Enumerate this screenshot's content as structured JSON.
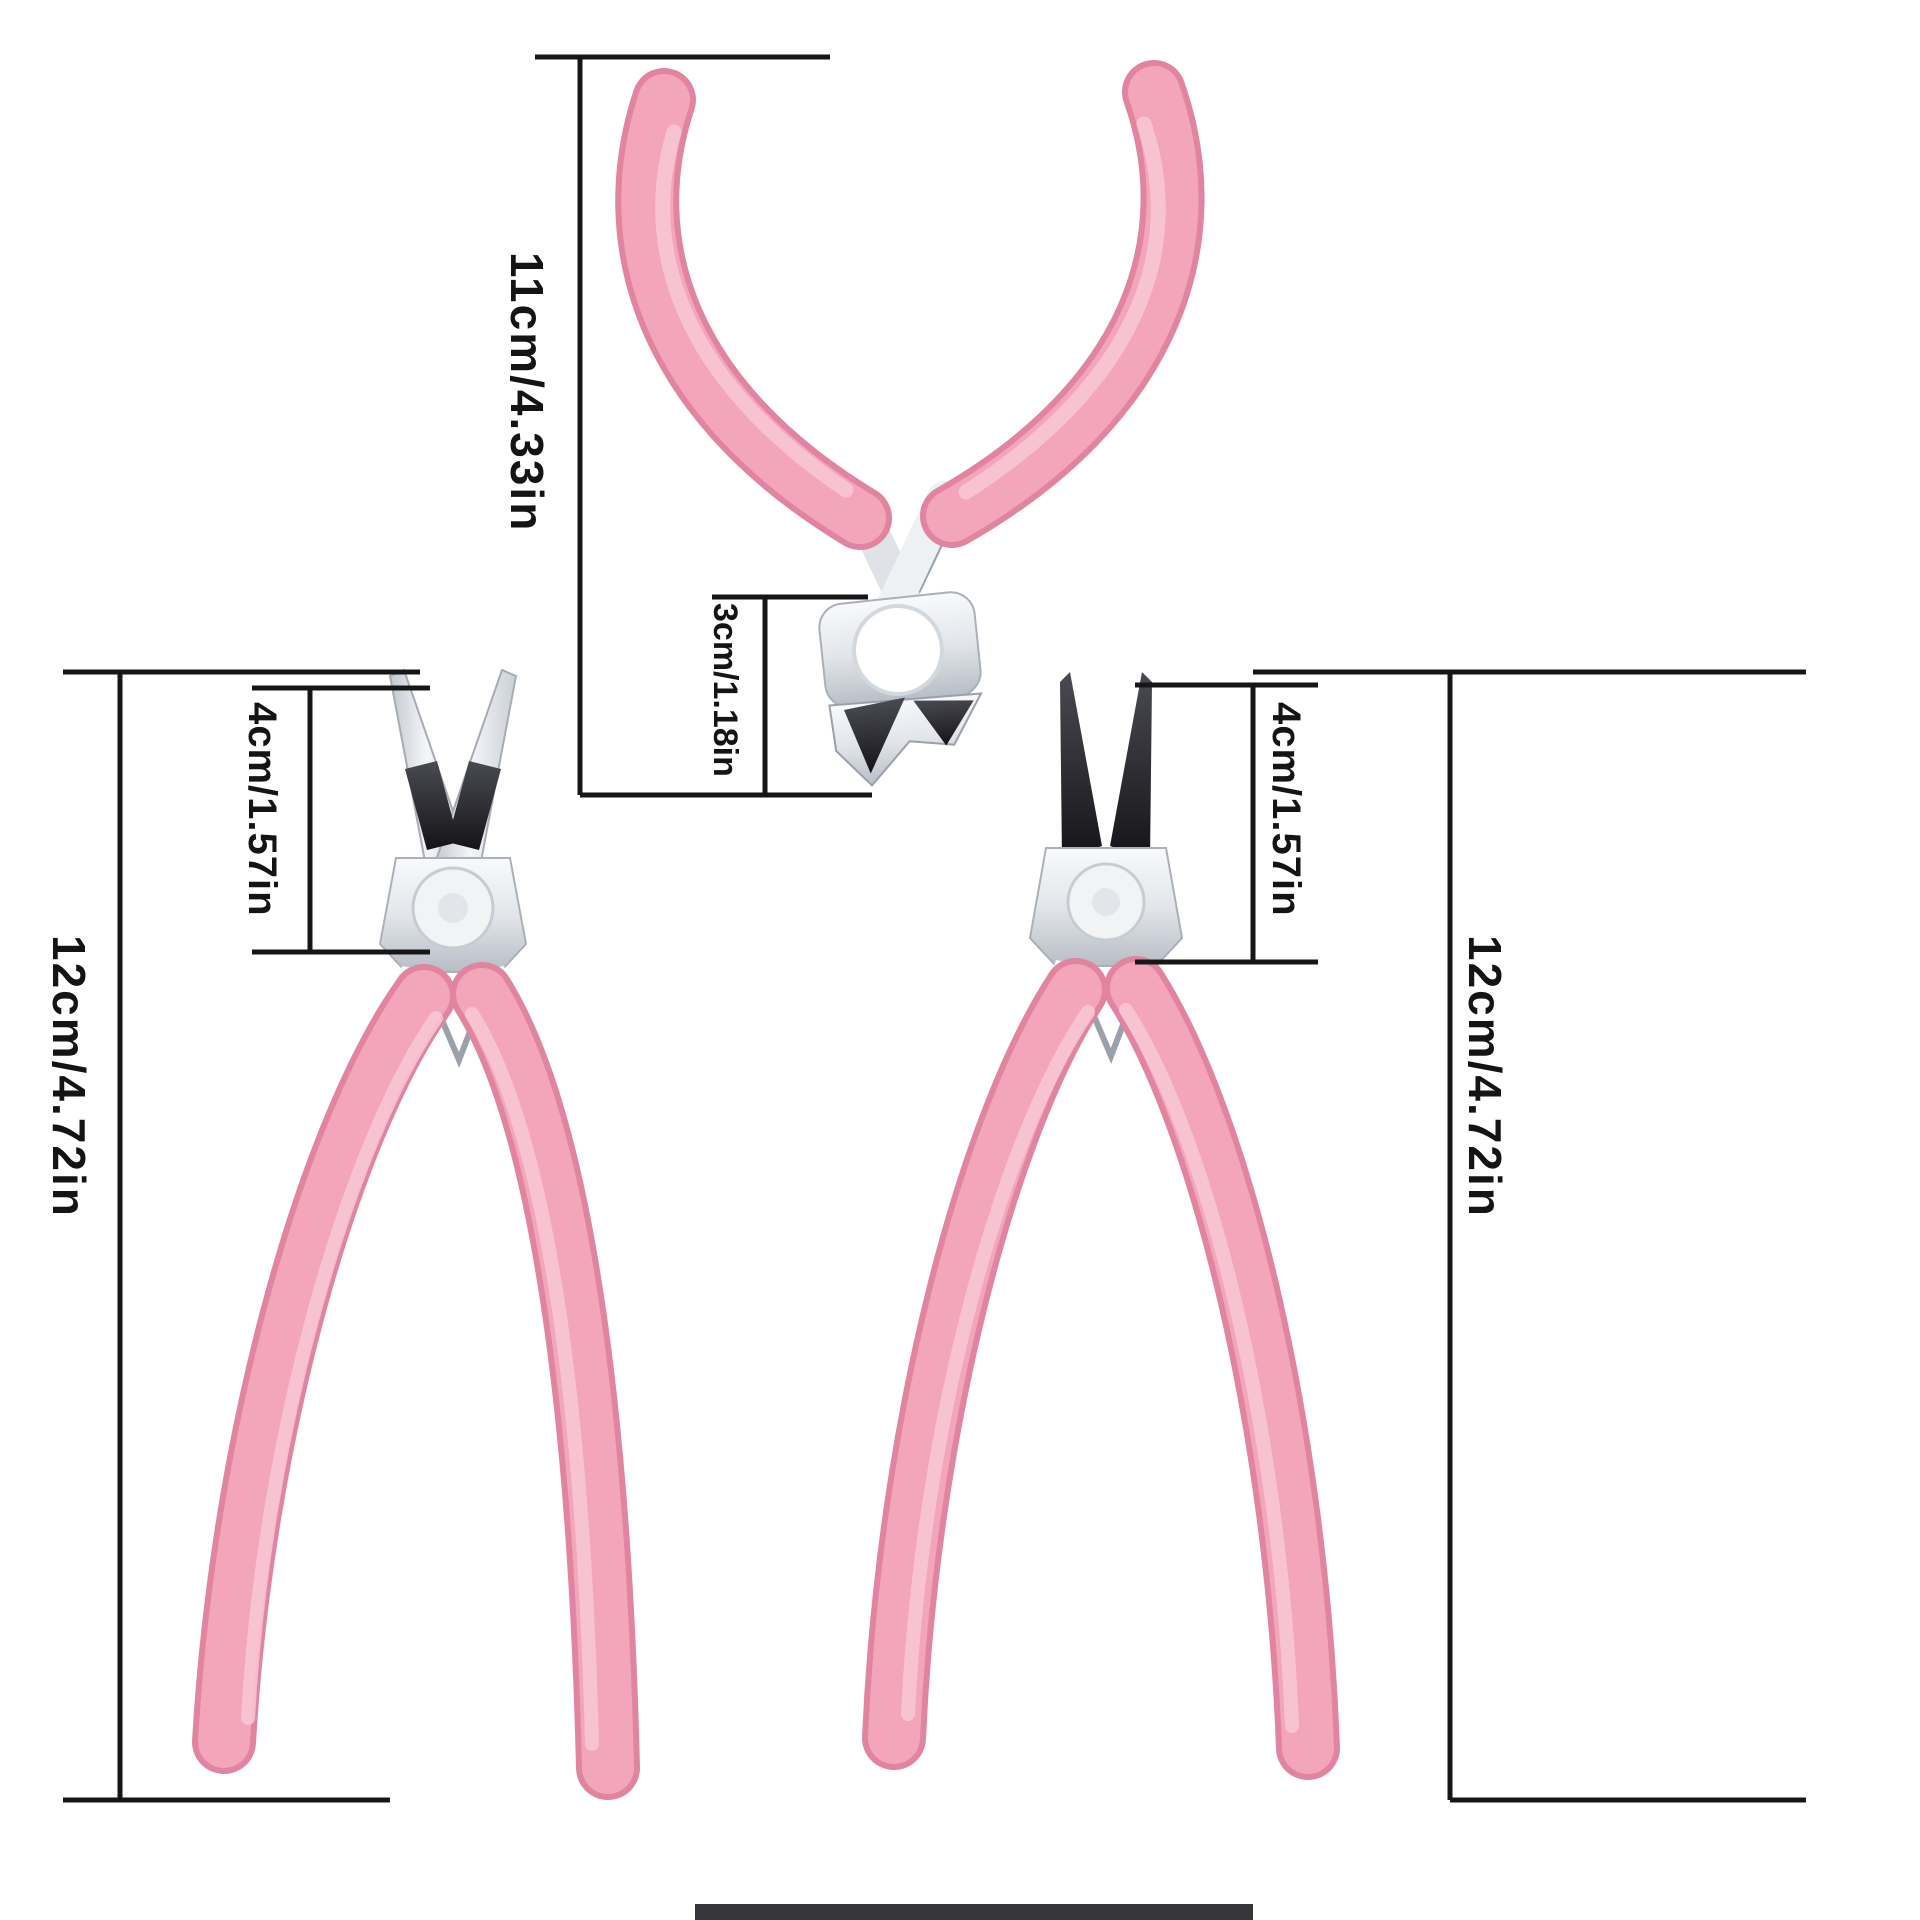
{
  "dimensions": {
    "top_total": "11cm/4.33in",
    "top_head": "3cm/1.18in",
    "left_total": "12cm/4.72in",
    "left_jaw": "4cm/1.57in",
    "right_jaw": "4cm/1.57in",
    "right_total": "12cm/4.72in"
  },
  "colors": {
    "background": "#FFFFFF",
    "handle_pink": "#F3A5BA",
    "handle_pink_shadow": "#E0849F",
    "handle_pink_highlight": "#F8C8D5",
    "steel_light": "#F8FAFC",
    "steel_dark": "#B7BDC6",
    "jaw_black": "#1B1B1F",
    "dimension_line": "#161616"
  }
}
